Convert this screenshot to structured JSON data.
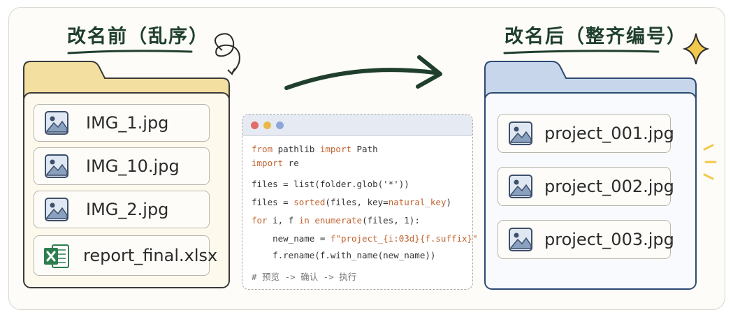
{
  "titles": {
    "before": "改名前（乱序）",
    "after": "改名后（整齐编号）"
  },
  "before_files": [
    {
      "name": "IMG_1.jpg",
      "icon": "image-icon"
    },
    {
      "name": "IMG_10.jpg",
      "icon": "image-icon"
    },
    {
      "name": "IMG_2.jpg",
      "icon": "image-icon"
    },
    {
      "name": "report_final.xlsx",
      "icon": "excel-icon"
    }
  ],
  "after_files": [
    {
      "name": "project_001.jpg",
      "icon": "image-icon"
    },
    {
      "name": "project_002.jpg",
      "icon": "image-icon"
    },
    {
      "name": "project_003.jpg",
      "icon": "image-icon"
    }
  ],
  "code": {
    "l1_kw1": "from",
    "l1_mid": " pathlib ",
    "l1_kw2": "import",
    "l1_end": " Path",
    "l2_kw": "import",
    "l2_end": " re",
    "l3": "files = list(folder.glob('*'))",
    "l4_a": "files = ",
    "l4_kw": "sorted",
    "l4_b": "(files, key=",
    "l4_kw2": "natural_key",
    "l4_c": ")",
    "l5_kw": "for",
    "l5_a": " i, f ",
    "l5_kw2": "in",
    "l5_b": " ",
    "l5_kw3": "enumerate",
    "l5_c": "(files, 1):",
    "l6_a": "    new_name = ",
    "l6_str": "f\"project_{i:03d}{f.suffix}\"",
    "l7": "    f.rename(f.with_name(new_name))",
    "l8": "# 预览 -> 确认 -> 执行"
  },
  "colors": {
    "before_folder": "#f3dfa0",
    "after_folder": "#c7d6ea",
    "accent_green": "#1f3f2c",
    "star": "#f2c94c",
    "excel": "#2e7d4f"
  }
}
